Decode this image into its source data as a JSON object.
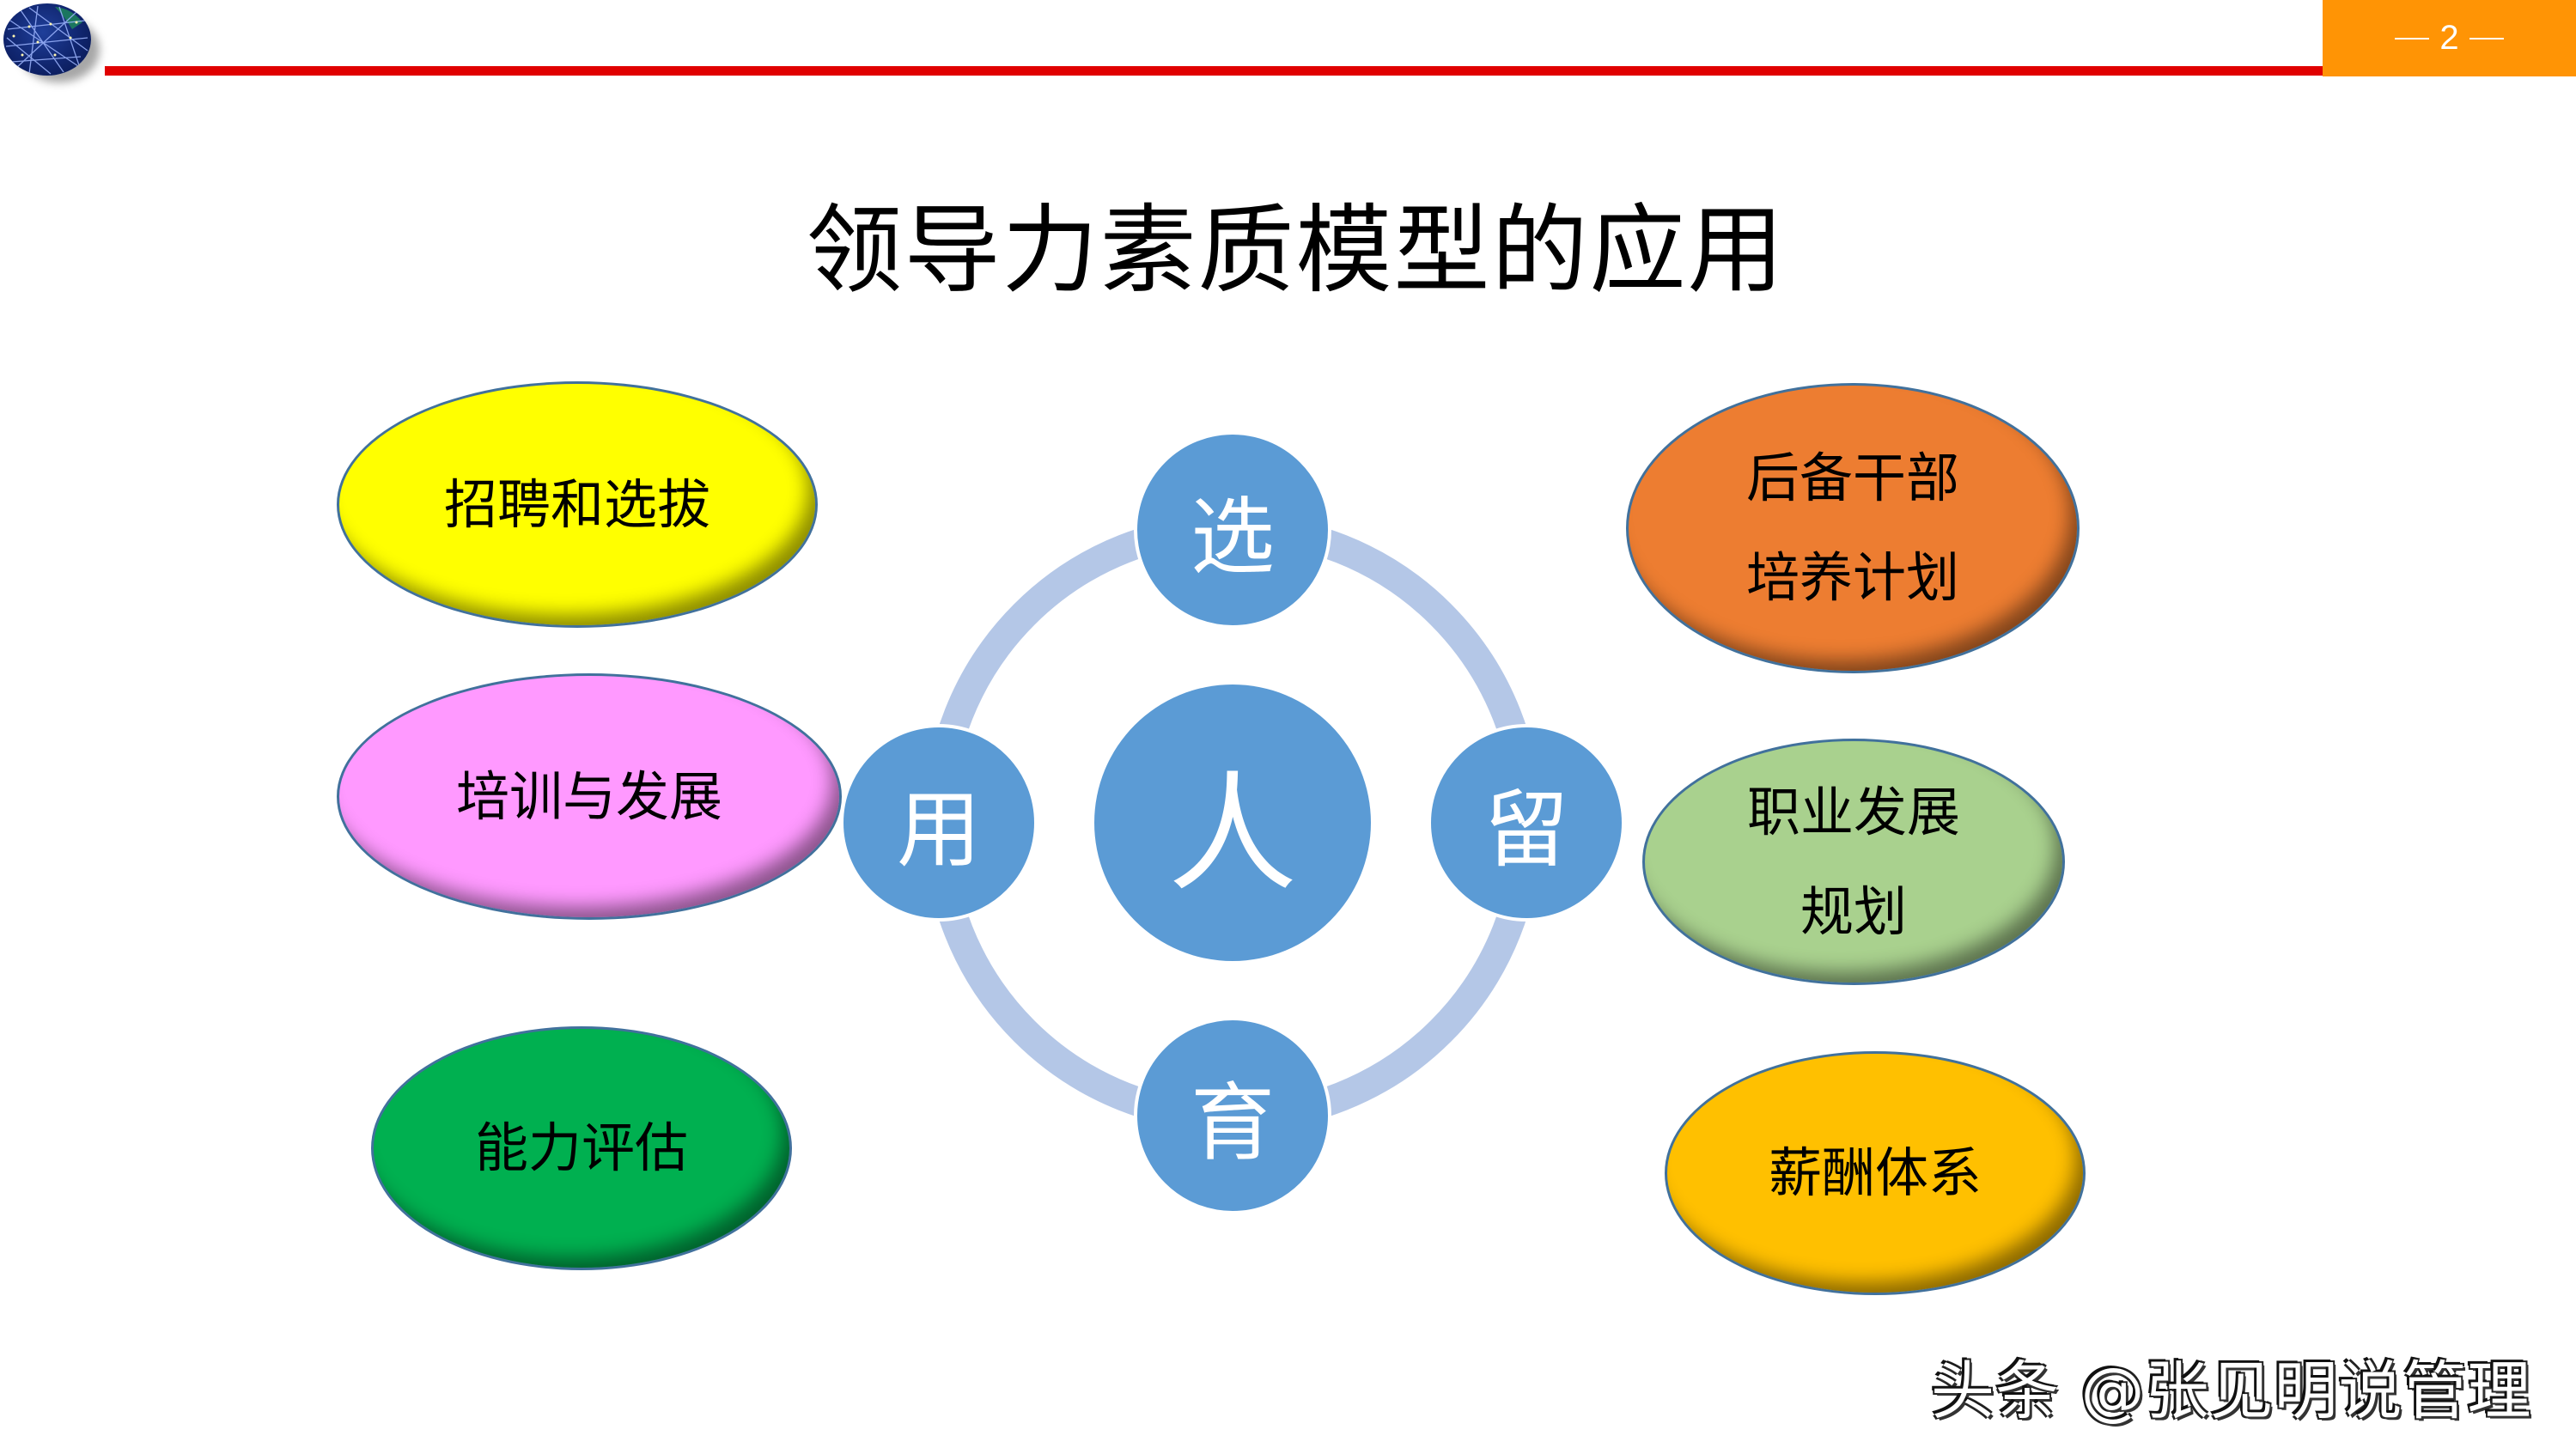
{
  "header": {
    "logo_icon": "globe-network-icon",
    "page_number": "2",
    "colors": {
      "rule": "#E00000",
      "badge": "#FF9405"
    }
  },
  "slide": {
    "title": "领导力素质模型的应用"
  },
  "diagram": {
    "center": "人",
    "cycle": [
      {
        "position": "top",
        "label": "选"
      },
      {
        "position": "right",
        "label": "留"
      },
      {
        "position": "bottom",
        "label": "育"
      },
      {
        "position": "left",
        "label": "用"
      }
    ],
    "colors": {
      "circle": "#5B9BD5",
      "ring": "#B4C7E7"
    }
  },
  "applications": {
    "left": [
      {
        "lines": [
          "招聘和选拔"
        ],
        "color": "#FFFF00"
      },
      {
        "lines": [
          "培训与发展"
        ],
        "color": "#FF99FF"
      },
      {
        "lines": [
          "能力评估"
        ],
        "color": "#00B050"
      }
    ],
    "right": [
      {
        "lines": [
          "后备干部",
          "培养计划"
        ],
        "color": "#ED7D31"
      },
      {
        "lines": [
          "职业发展",
          "规划"
        ],
        "color": "#A9D18E"
      },
      {
        "lines": [
          "薪酬体系"
        ],
        "color": "#FFC000"
      }
    ]
  },
  "watermark": "头条 @张见明说管理"
}
